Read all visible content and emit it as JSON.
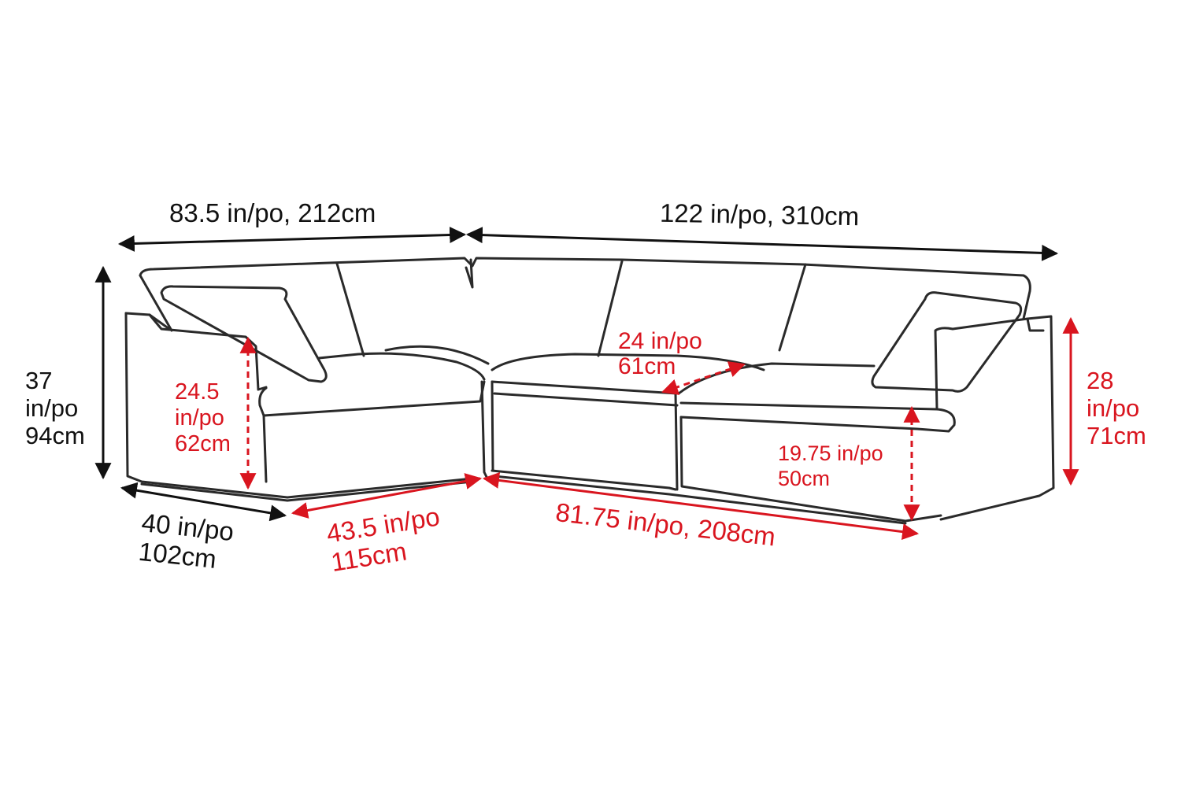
{
  "diagram": {
    "subject": "L-shaped modular sectional sofa line drawing with dimensions",
    "colors": {
      "overall_dimension": "#111111",
      "detail_dimension": "#d9151f",
      "line_art": "#2a2a2a",
      "background": "#ffffff"
    },
    "dimensions": {
      "left_width": {
        "label": "83.5 in/po, 212cm"
      },
      "right_width": {
        "label": "122 in/po, 310cm"
      },
      "overall_height": {
        "line1": "37",
        "line2": "in/po",
        "line3": "94cm"
      },
      "arm_height": {
        "line1": "24.5",
        "line2": "in/po",
        "line3": "62cm"
      },
      "left_depth": {
        "line1": "40 in/po",
        "line2": "102cm"
      },
      "left_seat_width": {
        "line1": "43.5 in/po",
        "line2": "115cm"
      },
      "right_seat_width": {
        "label": "81.75 in/po, 208cm"
      },
      "seat_depth": {
        "line1": "24 in/po",
        "line2": "61cm"
      },
      "seat_height": {
        "line1": "19.75 in/po",
        "line2": "50cm"
      },
      "back_height": {
        "line1": "28",
        "line2": "in/po",
        "line3": "71cm"
      }
    }
  }
}
